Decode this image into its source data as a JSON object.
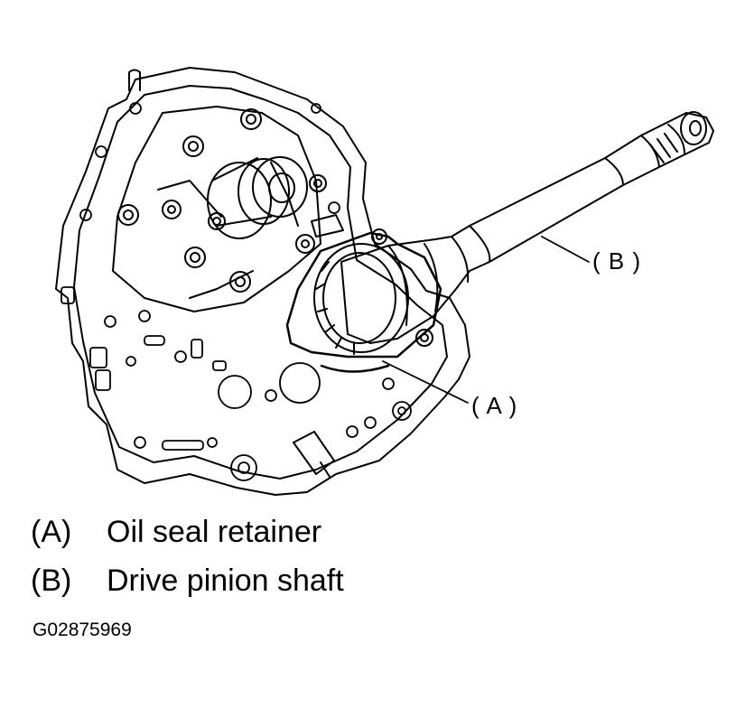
{
  "callouts": {
    "a": "( A )",
    "b": "( B )"
  },
  "legend": [
    {
      "key": "(A)",
      "text": "Oil seal retainer"
    },
    {
      "key": "(B)",
      "text": "Drive pinion shaft"
    }
  ],
  "figure_id": "G02875969"
}
